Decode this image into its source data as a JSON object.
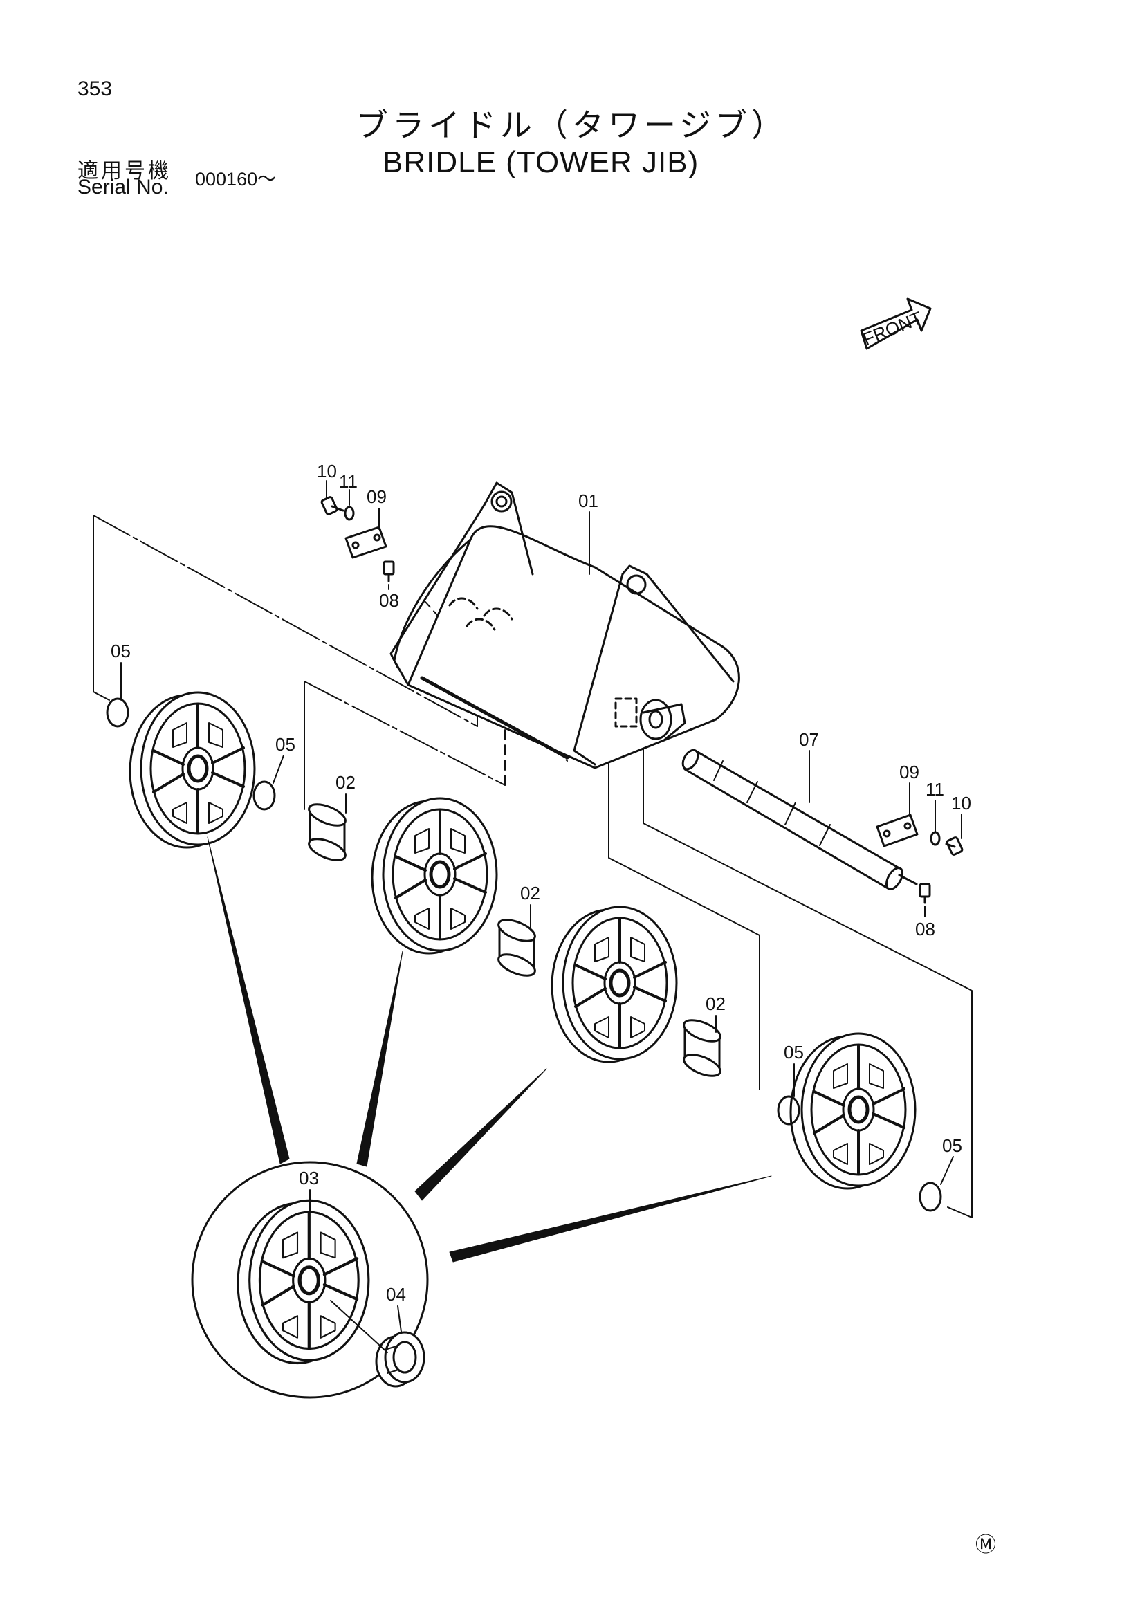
{
  "page_number": "353",
  "title_jp": "ブライドル（タワージブ）",
  "title_en": "BRIDLE (TOWER JIB)",
  "serial_label_jp": "適用号機",
  "serial_label_en": "Serial No.",
  "serial_value": "000160～",
  "front_arrow_label": "FRONT",
  "callouts": {
    "c01": "01",
    "c02a": "02",
    "c02b": "02",
    "c02c": "02",
    "c03": "03",
    "c04": "04",
    "c05a": "05",
    "c05b": "05",
    "c05c": "05",
    "c05d": "05",
    "c07": "07",
    "c08a": "08",
    "c08b": "08",
    "c09a": "09",
    "c09b": "09",
    "c10a": "10",
    "c10b": "10",
    "c11a": "11",
    "c11b": "11"
  },
  "footer_mark": "Ⓜ"
}
